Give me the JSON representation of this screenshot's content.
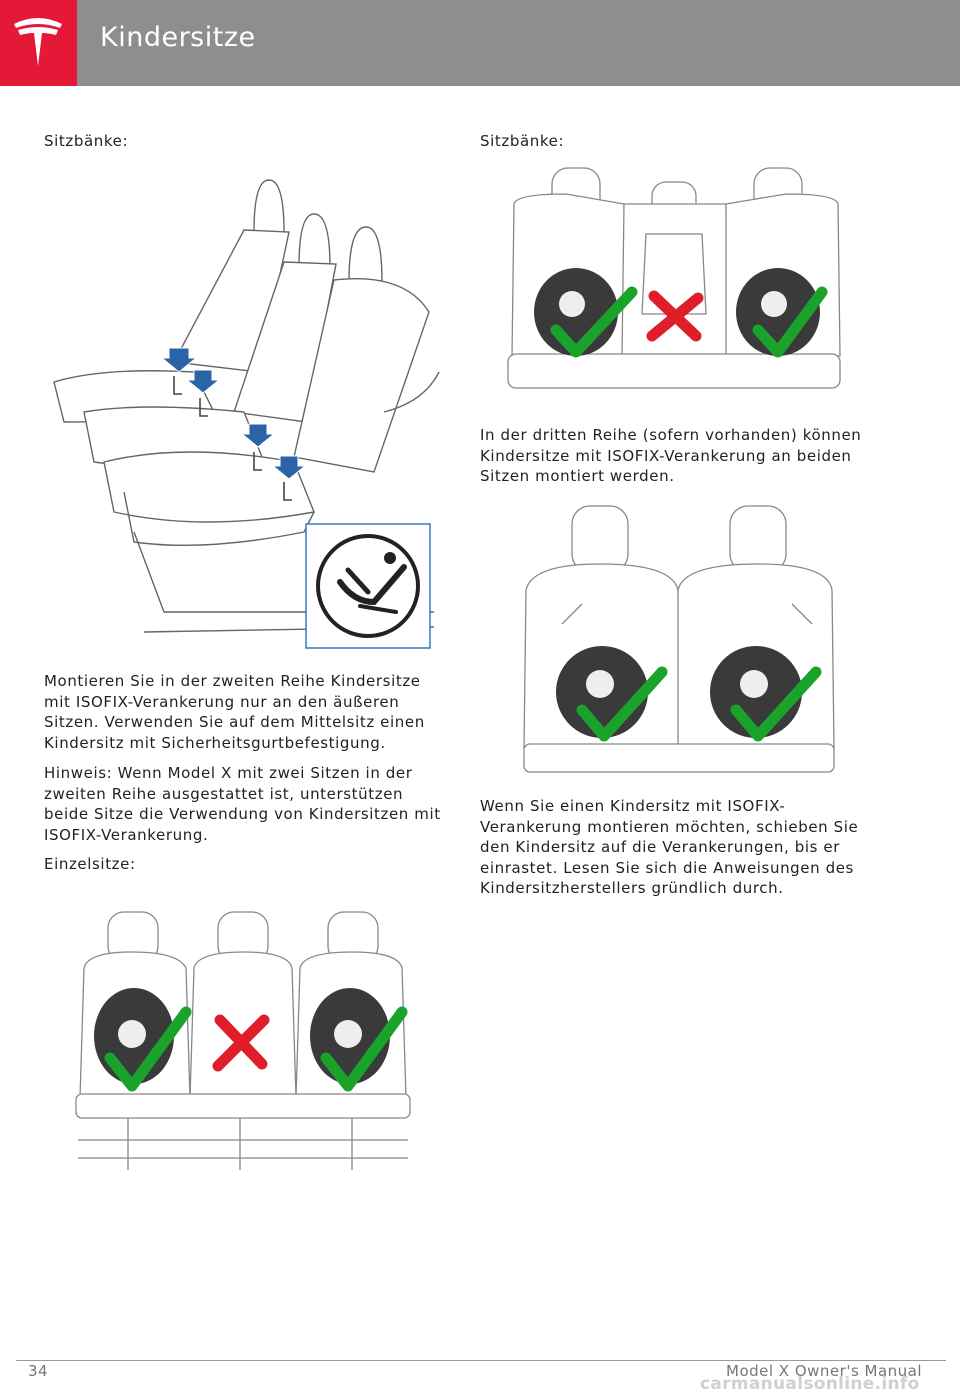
{
  "header": {
    "title": "Kindersitze",
    "logo": "tesla-logo"
  },
  "left_column": {
    "label_benches": "Sitzbänke:",
    "para1": "Montieren Sie in der zweiten Reihe Kindersitze mit ISOFIX-Verankerung nur an den äußeren Sitzen. Verwenden Sie auf dem Mittelsitz einen Kindersitz mit Sicherheitsgurtbefestigung.",
    "para2": "Hinweis: Wenn Model X mit zwei Sitzen in der zweiten Reihe ausgestattet ist, unterstützen beide Sitze die Verwendung von Kindersitzen mit ISOFIX-Verankerung.",
    "label_single": "Einzelsitze:"
  },
  "right_column": {
    "label_benches": "Sitzbänke:",
    "para1": "In der dritten Reihe (sofern vorhanden) können Kindersitze mit ISOFIX-Verankerung an beiden Sitzen montiert werden.",
    "para2": "Wenn Sie einen Kindersitz mit ISOFIX-Verankerung montieren möchten, schieben Sie den Kindersitz auf die Verankerungen, bis er einrastet. Lesen Sie sich die Anweisungen des Kindersitzherstellers gründlich durch."
  },
  "footer": {
    "page_number": "34",
    "manual_name": "Model X Owner's Manual",
    "watermark": "carmanualsonline.info"
  },
  "colors": {
    "brand_red": "#e31937",
    "header_gray": "#8e8e8e",
    "check_green": "#1aa32a",
    "cross_red": "#e01e2a",
    "arrow_blue": "#2a63a8"
  }
}
